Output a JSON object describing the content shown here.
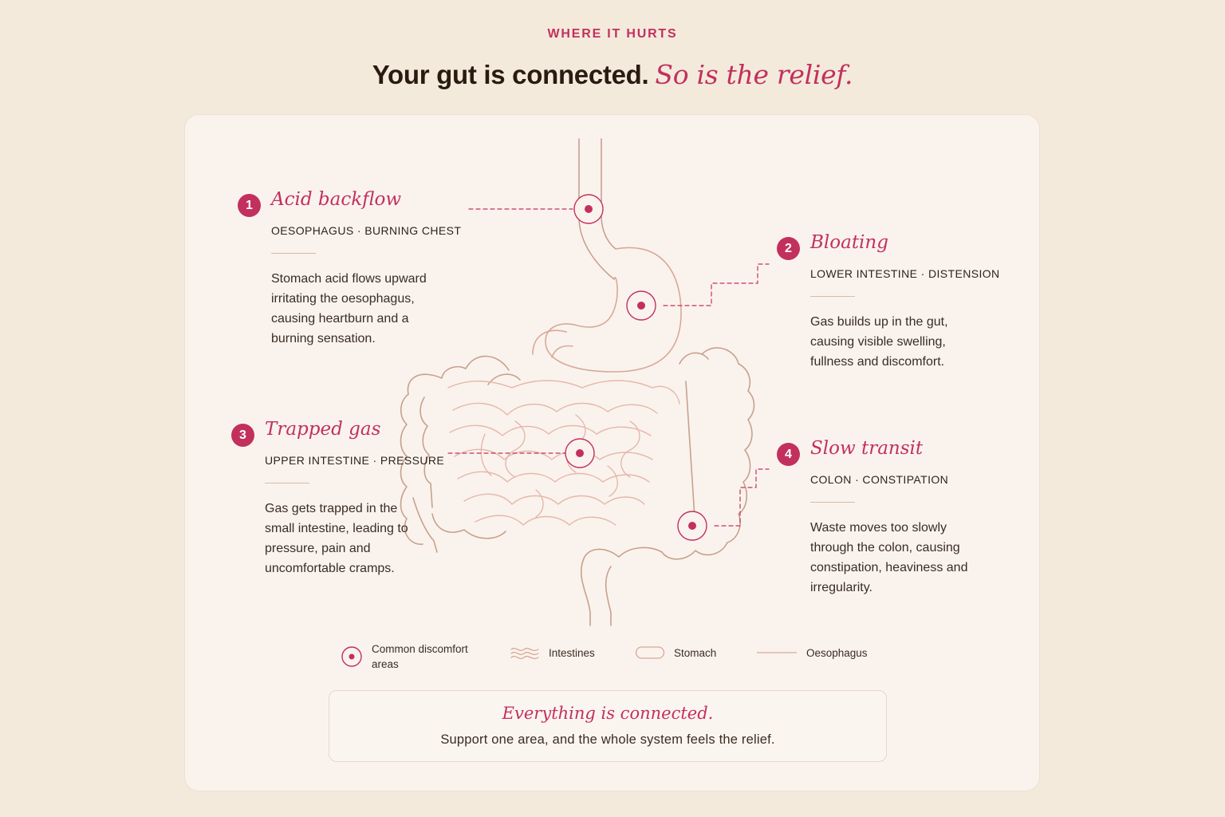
{
  "header": {
    "eyebrow": "WHERE IT HURTS",
    "headline": "Your gut is connected.",
    "headline_accent": "So is the relief."
  },
  "callouts": [
    {
      "number": "1",
      "title": "Acid backflow",
      "subtitle": "OESOPHAGUS · BURNING CHEST",
      "description": "Stomach acid flows upward irritating the oesophagus, causing heartburn and a burning sensation."
    },
    {
      "number": "2",
      "title": "Bloating",
      "subtitle": "LOWER INTESTINE · DISTENSION",
      "description": "Gas builds up in the gut, causing visible swelling, fullness and discomfort."
    },
    {
      "number": "3",
      "title": "Trapped gas",
      "subtitle": "UPPER INTESTINE · PRESSURE",
      "description": "Gas gets trapped in the small intestine, leading to pressure, pain and uncomfortable cramps."
    },
    {
      "number": "4",
      "title": "Slow transit",
      "subtitle": "COLON · CONSTIPATION",
      "description": "Waste moves too slowly through the colon, causing constipation, heaviness and irregularity."
    }
  ],
  "legend": {
    "discomfort": "Common discomfort areas",
    "intestines": "Intestines",
    "stomach": "Stomach",
    "oesophagus": "Oesophagus"
  },
  "footer": {
    "title": "Everything is connected.",
    "subtitle": "Support one area, and the whole system feels the relief."
  },
  "colors": {
    "accent": "#c2305e",
    "background": "#f3eadc",
    "card": "#faf3ed",
    "organ_outline": "#c9a08e"
  }
}
